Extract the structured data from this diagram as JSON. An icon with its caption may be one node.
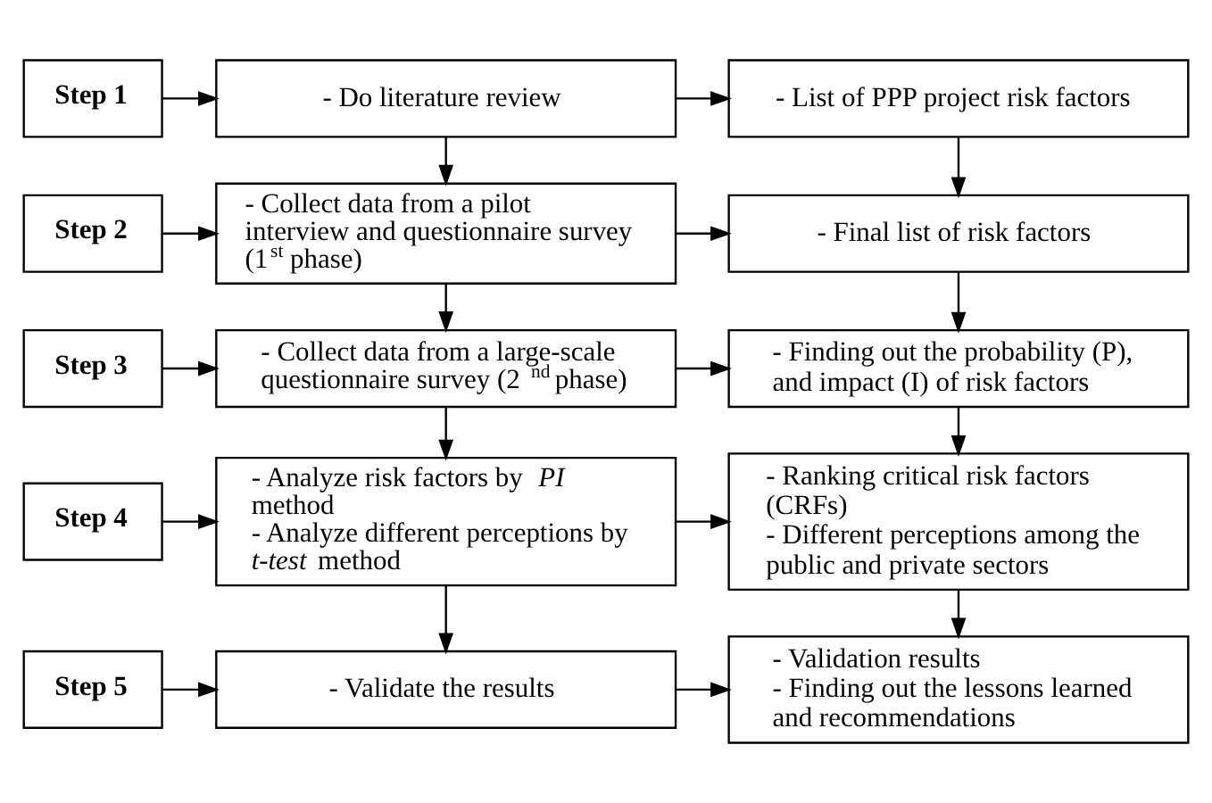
{
  "diagram": {
    "nodes": [
      {
        "text": [
          "Step 1"
        ]
      },
      {
        "text": [
          "Step 2"
        ]
      },
      {
        "text": [
          "Step 3"
        ]
      },
      {
        "text": [
          "Step 4"
        ]
      },
      {
        "text": [
          "Step 5"
        ]
      },
      {
        "text": [
          "- Do literature review"
        ]
      },
      {
        "text": [
          "- Collect data from a pilot interview and questionnaire survey (1$^{st}$ phase)"
        ]
      },
      {
        "text": [
          "- Collect data from a large-scale questionnaire survey (2$^{nd}$ phase)"
        ]
      },
      {
        "text": [
          "- Analyze risk factors by *PI* method",
          "- Analyze different perceptions by *t-test* method"
        ]
      },
      {
        "text": [
          "- Validate the results"
        ]
      },
      {
        "text": [
          "- List of PPP project risk factors"
        ]
      },
      {
        "text": [
          "- Final list of risk factors"
        ]
      },
      {
        "text": [
          "- Finding out the probability (P), and impact (I) of risk factors"
        ]
      },
      {
        "text": [
          "- Ranking critical risk factors (CRFs)",
          "- Different perceptions among the public and private sectors"
        ]
      },
      {
        "text": [
          "- Validation results",
          "- Finding out the lessons learned and recommendations"
        ]
      }
    ],
    "edges": [
      {
        "from": 0,
        "to": 5,
        "arrow": "to"
      },
      {
        "from": 5,
        "to": 10,
        "arrow": "to"
      },
      {
        "from": 5,
        "to": 6,
        "arrow": "to"
      },
      {
        "from": 10,
        "to": 11,
        "arrow": "to"
      },
      {
        "from": 1,
        "to": 6,
        "arrow": "to"
      },
      {
        "from": 6,
        "to": 11,
        "arrow": "to"
      },
      {
        "from": 6,
        "to": 7,
        "arrow": "to"
      },
      {
        "from": 11,
        "to": 12,
        "arrow": "to"
      },
      {
        "from": 2,
        "to": 7,
        "arrow": "to"
      },
      {
        "from": 7,
        "to": 12,
        "arrow": "to"
      },
      {
        "from": 7,
        "to": 8,
        "arrow": "to"
      },
      {
        "from": 12,
        "to": 13,
        "arrow": "to"
      },
      {
        "from": 3,
        "to": 8,
        "arrow": "to"
      },
      {
        "from": 8,
        "to": 13,
        "arrow": "to"
      },
      {
        "from": 8,
        "to": 9,
        "arrow": "to"
      },
      {
        "from": 13,
        "to": 14,
        "arrow": "to"
      },
      {
        "from": 4,
        "to": 9,
        "arrow": "to"
      },
      {
        "from": 9,
        "to": 14,
        "arrow": "to"
      }
    ]
  }
}
